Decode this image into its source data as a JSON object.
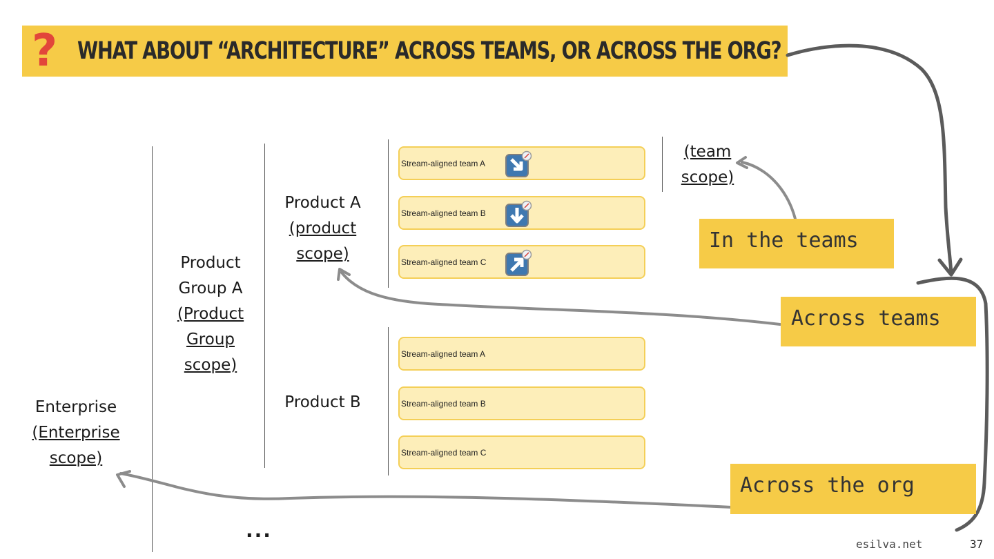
{
  "title": {
    "icon": "question-mark-icon",
    "icon_glyph": "?",
    "text": "WHAT ABOUT “ARCHITECTURE” ACROSS TEAMS, OR ACROSS THE ORG?"
  },
  "scopes": {
    "enterprise": {
      "name": "Enterprise",
      "scope_line1": "(Enterprise",
      "scope_line2": "scope)"
    },
    "product_group": {
      "name_line1": "Product",
      "name_line2": "Group A",
      "scope_line1": "(Product",
      "scope_line2": "Group",
      "scope_line3": "scope)"
    },
    "product_a": {
      "name": "Product A",
      "scope_line1": "(product",
      "scope_line2": "scope)"
    },
    "product_b": {
      "name": "Product B"
    },
    "team": {
      "scope_line1": "(team",
      "scope_line2": "scope)"
    }
  },
  "teams_product_a": [
    {
      "label": "Stream-aligned team A",
      "icon": "arrow-down-right-icon"
    },
    {
      "label": "Stream-aligned team B",
      "icon": "arrow-down-icon"
    },
    {
      "label": "Stream-aligned team C",
      "icon": "arrow-up-right-icon"
    }
  ],
  "teams_product_b": [
    {
      "label": "Stream-aligned team A"
    },
    {
      "label": "Stream-aligned team B"
    },
    {
      "label": "Stream-aligned team C"
    }
  ],
  "callouts": {
    "in_the_teams": "In the teams",
    "across_teams": "Across teams",
    "across_the_org": "Across the org"
  },
  "ellipsis": "...",
  "footer": {
    "site": "esilva.net",
    "page": "37"
  },
  "colors": {
    "banner": "#f6cb47",
    "question_mark": "#e2463a",
    "team_box_fill": "#fdeeb9",
    "team_box_border": "#f4cf57",
    "connector_gray": "#8c8c8c",
    "connector_dark": "#5b5b5b",
    "icon_blue": "#3f78b0"
  }
}
